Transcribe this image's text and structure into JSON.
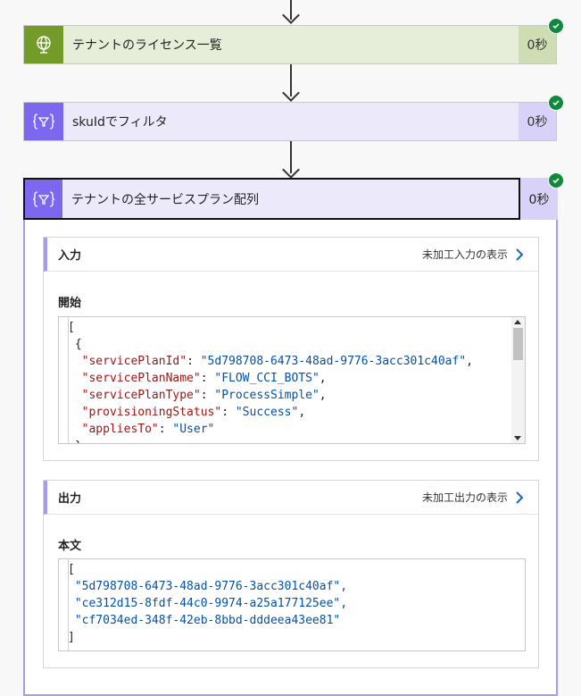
{
  "steps": [
    {
      "title": "テナントのライセンス一覧",
      "duration": "0秒",
      "icon": "globe-icon",
      "color": "#739b29"
    },
    {
      "title": "skuIdでフィルタ",
      "duration": "0秒",
      "icon": "filter-array-icon",
      "color": "#7b68ee"
    },
    {
      "title": "テナントの全サービスプラン配列",
      "duration": "0秒",
      "icon": "filter-array-icon",
      "color": "#7b68ee"
    }
  ],
  "input_section": {
    "label": "入力",
    "raw_link": "未加工入力の表示",
    "field_label": "開始",
    "code": {
      "open_bracket": "[",
      "open_brace": "{",
      "k1": "\"servicePlanId\"",
      "v1": "\"5d798708-6473-48ad-9776-3acc301c40af\"",
      "k2": "\"servicePlanName\"",
      "v2": "\"FLOW_CCI_BOTS\"",
      "k3": "\"servicePlanType\"",
      "v3": "\"ProcessSimple\"",
      "k4": "\"provisioningStatus\"",
      "v4": "\"Success\"",
      "k5": "\"appliesTo\"",
      "v5": "\"User\"",
      "close_brace": "},"
    }
  },
  "output_section": {
    "label": "出力",
    "raw_link": "未加工出力の表示",
    "field_label": "本文",
    "code": {
      "open_bracket": "[",
      "items": [
        "\"5d798708-6473-48ad-9776-3acc301c40af\",",
        "\"ce312d15-8fdf-44c0-9974-a25a177125ee\",",
        "\"cf7034ed-348f-42eb-8bbd-dddeea43ee81\""
      ],
      "close_bracket": "]"
    }
  },
  "colors": {
    "success": "#0f8a3c",
    "accent": "#a69af2",
    "link_chevron": "#0f6cbd"
  }
}
